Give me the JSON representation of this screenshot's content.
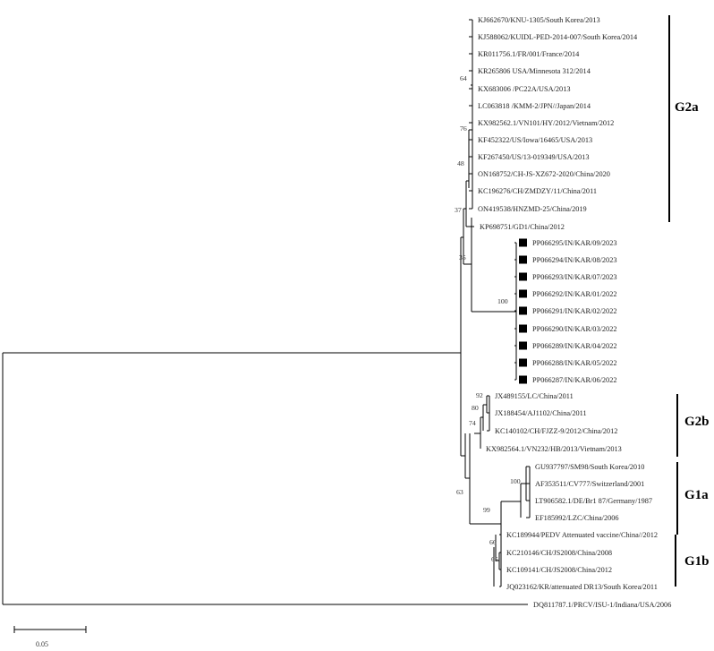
{
  "tree": {
    "groups": [
      {
        "id": "g2a",
        "label": "G2a"
      },
      {
        "id": "g2b",
        "label": "G2b"
      },
      {
        "id": "g1a",
        "label": "G1a"
      },
      {
        "id": "g1b",
        "label": "G1b"
      }
    ],
    "leaves": [
      {
        "label": "KJ662670/KNU-1305/South Korea/2013",
        "marked": false
      },
      {
        "label": "KJ588062/KUIDL-PED-2014-007/South Korea/2014",
        "marked": false
      },
      {
        "label": "KR011756.1/FR/001/France/2014",
        "marked": false
      },
      {
        "label": "KR265806 USA/Minnesota 312/2014",
        "marked": false
      },
      {
        "label": "KX683006 /PC22A/USA/2013",
        "marked": false
      },
      {
        "label": "LC063818 /KMM-2/JPN//Japan/2014",
        "marked": false
      },
      {
        "label": "KX982562.1/VN101/HY/2012/Vietnam/2012",
        "marked": false
      },
      {
        "label": "KF452322/US/Iowa/16465/USA/2013",
        "marked": false
      },
      {
        "label": "KF267450/US/13-019349/USA/2013",
        "marked": false
      },
      {
        "label": "ON168752/CH-JS-XZ672-2020/China/2020",
        "marked": false
      },
      {
        "label": "KC196276/CH/ZMDZY/11/China/2011",
        "marked": false
      },
      {
        "label": "ON419538/HNZMD-25/China/2019",
        "marked": false
      },
      {
        "label": "KP698751/GD1/China/2012",
        "marked": false
      },
      {
        "label": "PP066295/IN/KAR/09/2023",
        "marked": true
      },
      {
        "label": "PP066294/IN/KAR/08/2023",
        "marked": true
      },
      {
        "label": "PP066293/IN/KAR/07/2023",
        "marked": true
      },
      {
        "label": "PP066292/IN/KAR/01/2022",
        "marked": true
      },
      {
        "label": "PP066291/IN/KAR/02/2022",
        "marked": true
      },
      {
        "label": "PP066290/IN/KAR/03/2022",
        "marked": true
      },
      {
        "label": "PP066289/IN/KAR/04/2022",
        "marked": true
      },
      {
        "label": "PP066288/IN/KAR/05/2022",
        "marked": true
      },
      {
        "label": "PP066287/IN/KAR/06/2022",
        "marked": true
      },
      {
        "label": "JX489155/LC/China/2011",
        "marked": false
      },
      {
        "label": "JX188454/AJ1102/China/2011",
        "marked": false
      },
      {
        "label": "KC140102/CH/FJZZ-9/2012/China/2012",
        "marked": false
      },
      {
        "label": "KX982564.1/VN232/HB/2013/Vietnam/2013",
        "marked": false
      },
      {
        "label": "GU937797/SM98/South Korea/2010",
        "marked": false
      },
      {
        "label": "AF353511/CV777/Switzerland/2001",
        "marked": false
      },
      {
        "label": "LT906582.1/DE/Br1 87/Germany/1987",
        "marked": false
      },
      {
        "label": "EF185992/LZC/China/2006",
        "marked": false
      },
      {
        "label": "KC189944/PEDV Attenuated vaccine/China//2012",
        "marked": false
      },
      {
        "label": "KC210146/CH/JS2008/China/2008",
        "marked": false
      },
      {
        "label": "KC109141/CH/JS2008/China/2012",
        "marked": false
      },
      {
        "label": "JQ023162/KR/attenuated DR13/South Korea/2011",
        "marked": false
      },
      {
        "label": "DQ811787.1/PRCV/ISU-1/Indiana/USA/2006",
        "marked": false
      }
    ],
    "bootstraps": [
      {
        "id": "b64",
        "value": "64"
      },
      {
        "id": "b76",
        "value": "76"
      },
      {
        "id": "b48",
        "value": "48"
      },
      {
        "id": "b37",
        "value": "37"
      },
      {
        "id": "b35",
        "value": "35"
      },
      {
        "id": "b100k",
        "value": "100"
      },
      {
        "id": "b92",
        "value": "92"
      },
      {
        "id": "b80",
        "value": "80"
      },
      {
        "id": "b74",
        "value": "74"
      },
      {
        "id": "b63",
        "value": "63"
      },
      {
        "id": "b100g1a",
        "value": "100"
      },
      {
        "id": "b99",
        "value": "99"
      },
      {
        "id": "b66",
        "value": "66"
      },
      {
        "id": "b65",
        "value": "65"
      }
    ],
    "scale_bar": {
      "value": "0.05"
    },
    "marker_color": "#000000"
  }
}
